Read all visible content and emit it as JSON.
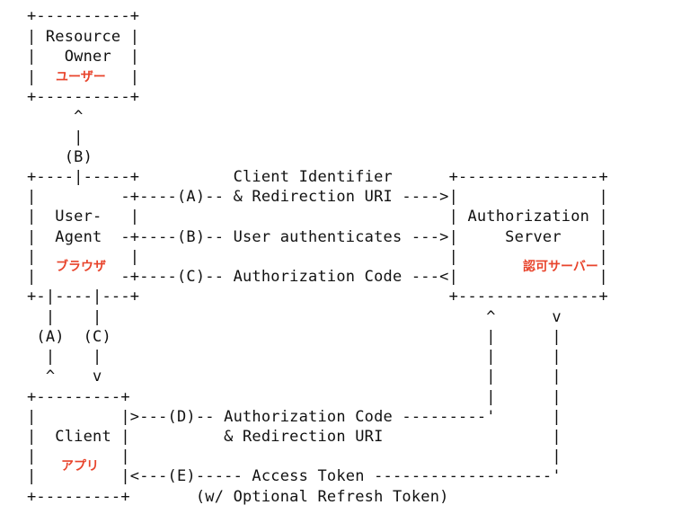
{
  "accent_color": "#e8442c",
  "diagram_lines": [
    "+----------+",
    "| Resource |",
    "|   Owner  |",
    "|          |",
    "+----------+",
    "     ^",
    "     |",
    "    (B)",
    "+----|-----+          Client Identifier      +---------------+",
    "|         -+----(A)-- & Redirection URI ---->|               |",
    "|  User-   |                                 | Authorization |",
    "|  Agent  -+----(B)-- User authenticates --->|     Server    |",
    "|          |                                 |               |",
    "|         -+----(C)-- Authorization Code ---<|               |",
    "+-|----|---+                                 +---------------+",
    "  |    |                                         ^      v",
    " (A)  (C)                                        |      |",
    "  |    |                                         |      |",
    "  ^    v                                         |      |",
    "+---------+                                      |      |",
    "|         |>---(D)-- Authorization Code ---------'      |",
    "|  Client |          & Redirection URI                  |",
    "|         |                                             |",
    "|         |<---(E)----- Access Token -------------------'",
    "+---------+       (w/ Optional Refresh Token)"
  ],
  "labels": {
    "resource_owner": "ユーザー",
    "user_agent": "ブラウザ",
    "authorization_server": "認可サーバー",
    "client": "アプリ"
  }
}
